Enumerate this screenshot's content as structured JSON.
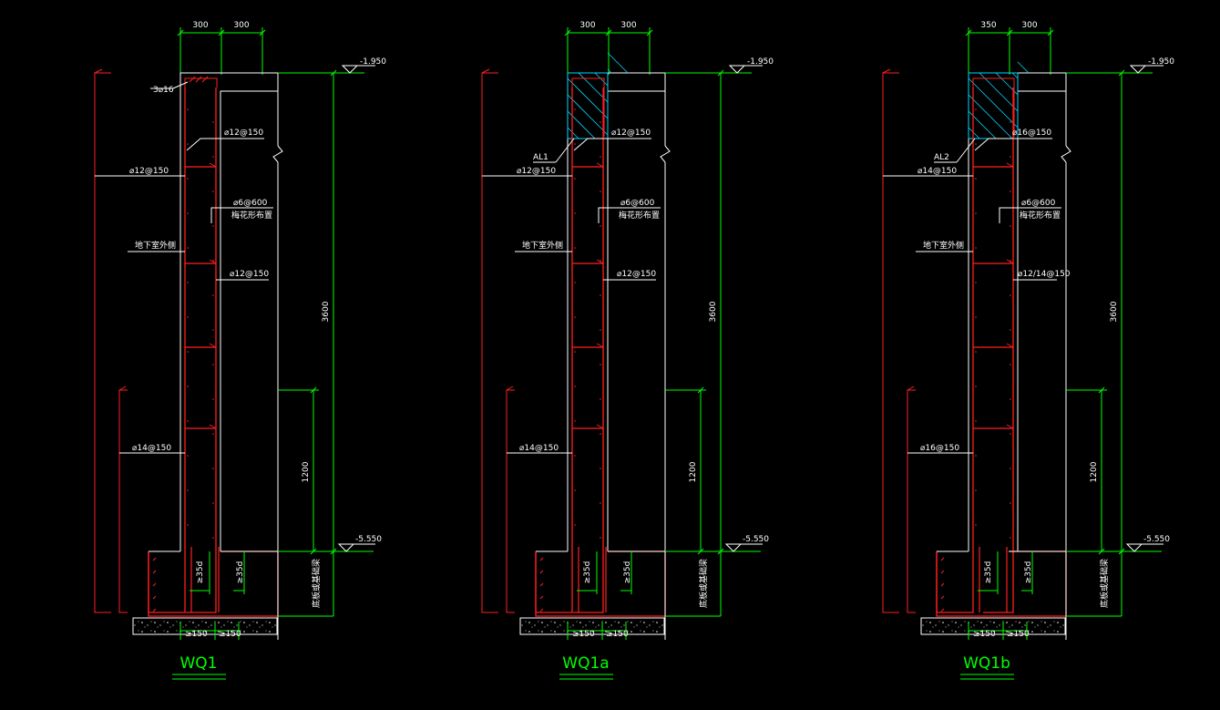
{
  "colors": {
    "background": "#000000",
    "wall": "#ffffff",
    "rebar": "#ff2020",
    "dim": "#00ff00",
    "hatch": "#00d8ff"
  },
  "panels": [
    {
      "title": "WQ1",
      "top_dims": [
        "300",
        "300"
      ],
      "elev_top": "-1.950",
      "elev_bottom": "-5.550",
      "height_dim": "3600",
      "lower_dim": "1200",
      "labels": {
        "cap": "3⌀16",
        "horiz": "⌀12@150",
        "outer_upper": "⌀12@150",
        "tie": "⌀6@600",
        "tie_note": "梅花形布置",
        "outer_side": "地下室外侧",
        "inner": "⌀12@150",
        "outer_lower": "⌀14@150",
        "anchor_left": "≥35d",
        "anchor_right": "≥35d",
        "lap_left": "≥150",
        "lap_right": "≥150",
        "base": "底板或基础梁"
      }
    },
    {
      "title": "WQ1a",
      "top_dims": [
        "300",
        "300"
      ],
      "elev_top": "-1.950",
      "elev_bottom": "-5.550",
      "height_dim": "3600",
      "lower_dim": "1200",
      "labels": {
        "beam": "AL1",
        "horiz": "⌀12@150",
        "outer_upper": "⌀12@150",
        "tie": "⌀6@600",
        "tie_note": "梅花形布置",
        "outer_side": "地下室外侧",
        "inner": "⌀12@150",
        "outer_lower": "⌀14@150",
        "anchor_left": "≥35d",
        "anchor_right": "≥35d",
        "lap_left": "≥150",
        "lap_right": "≥150",
        "base": "底板或基础梁"
      }
    },
    {
      "title": "WQ1b",
      "top_dims": [
        "350",
        "300"
      ],
      "elev_top": "-1.950",
      "elev_bottom": "-5.550",
      "height_dim": "3600",
      "lower_dim": "1200",
      "labels": {
        "beam": "AL2",
        "horiz": "⌀16@150",
        "outer_upper": "⌀14@150",
        "tie": "⌀6@600",
        "tie_note": "梅花形布置",
        "outer_side": "地下室外侧",
        "inner": "⌀12/14@150",
        "outer_lower": "⌀16@150",
        "anchor_left": "≥35d",
        "anchor_right": "≥35d",
        "lap_left": "≥150",
        "lap_right": "≥150",
        "base": "底板或基础梁"
      }
    }
  ]
}
